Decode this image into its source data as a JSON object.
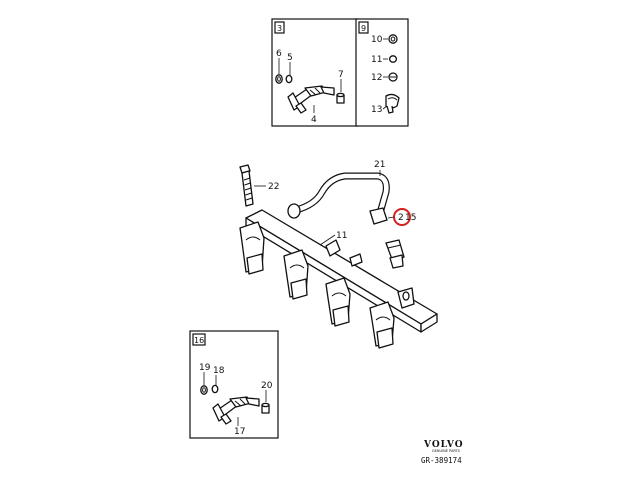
{
  "boxes": {
    "top_left": "3",
    "top_right": "9",
    "bottom_left": "16"
  },
  "labels": {
    "p2": "2",
    "p4": "4",
    "p5": "5",
    "p6": "6",
    "p7": "7",
    "p10": "10",
    "p11": "11",
    "p11b": "11",
    "p12": "12",
    "p13": "13",
    "p15": "15",
    "p17": "17",
    "p18": "18",
    "p19": "19",
    "p20": "20",
    "p21": "21",
    "p22": "22"
  },
  "highlighted_label": "2",
  "highlight_color": "#d42020",
  "brand": {
    "name": "VOLVO",
    "sub": "GENUINE PARTS"
  },
  "diagram_code": "GR-389174"
}
